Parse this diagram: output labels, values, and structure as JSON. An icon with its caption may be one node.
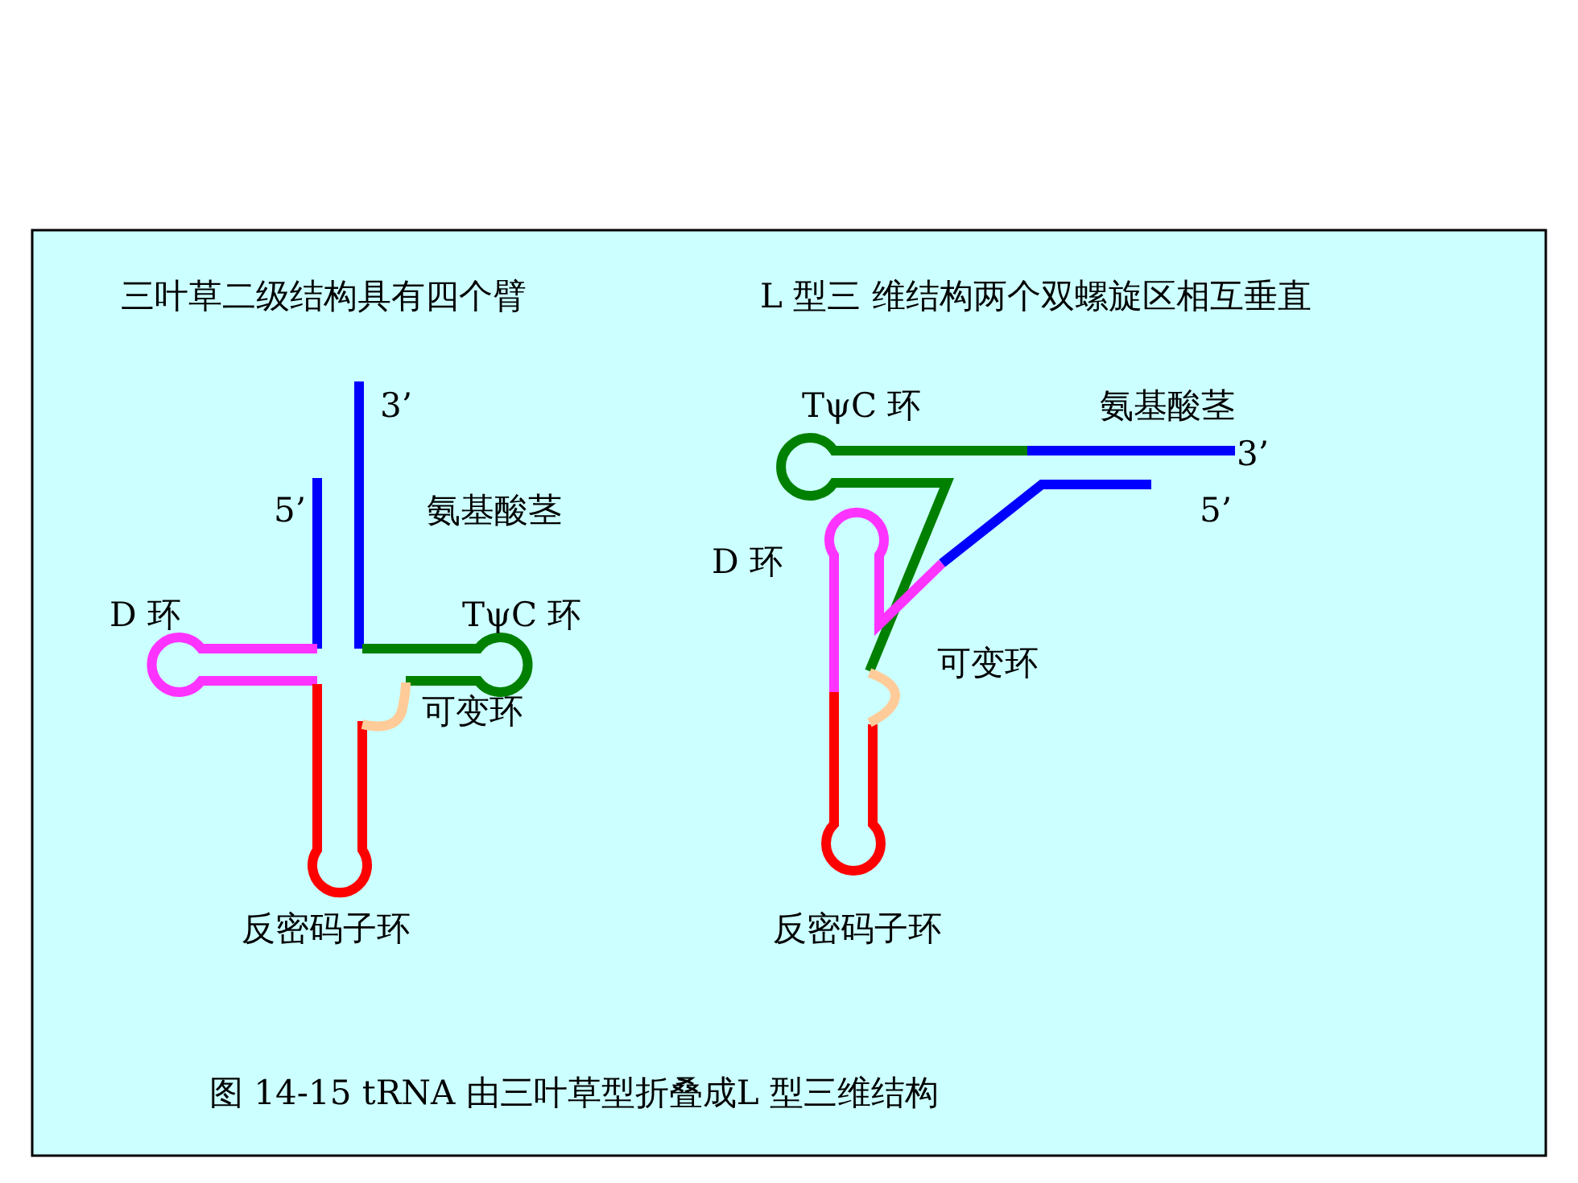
{
  "diagram": {
    "caption": "图 14-15 tRNA 由三叶草型折叠成L 型三维结构",
    "labels": [
      "三叶草二级结构具有四个臂",
      "L 型三 维结构两个双螺旋区相互垂直",
      "3’",
      "5’",
      "氨基酸茎",
      "D 环",
      "TψC 环",
      "可变环",
      "反密码子环",
      "TψC 环",
      "氨基酸茎",
      "3’",
      "5’",
      "D 环",
      "可变环",
      "反密码子环"
    ]
  }
}
